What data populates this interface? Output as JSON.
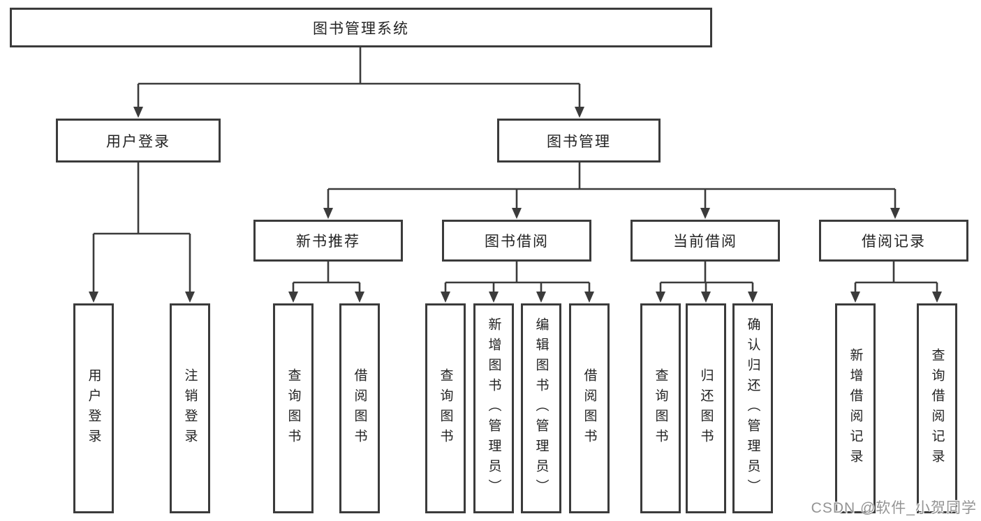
{
  "colors": {
    "background": "#ffffff",
    "box_border": "#3b3b3b",
    "connector_line": "#3b3b3b",
    "text": "#232323",
    "watermark": "#949494"
  },
  "tree": {
    "root": {
      "label": "图书管理系统"
    },
    "branches": [
      {
        "label": "用户登录",
        "children": [
          {
            "label": "用户登录"
          },
          {
            "label": "注销登录"
          }
        ]
      },
      {
        "label": "图书管理",
        "children": [
          {
            "label": "新书推荐",
            "children": [
              {
                "label": "查询图书"
              },
              {
                "label": "借阅图书"
              }
            ]
          },
          {
            "label": "图书借阅",
            "children": [
              {
                "label": "查询图书"
              },
              {
                "label": "新增图书（管理员）"
              },
              {
                "label": "编辑图书（管理员）"
              },
              {
                "label": "借阅图书"
              }
            ]
          },
          {
            "label": "当前借阅",
            "children": [
              {
                "label": "查询图书"
              },
              {
                "label": "归还图书"
              },
              {
                "label": "确认归还（管理员）"
              }
            ]
          },
          {
            "label": "借阅记录",
            "children": [
              {
                "label": "新增借阅记录"
              },
              {
                "label": "查询借阅记录"
              }
            ]
          }
        ]
      }
    ]
  },
  "watermark": {
    "text": "CSDN @软件_小贺同学"
  }
}
